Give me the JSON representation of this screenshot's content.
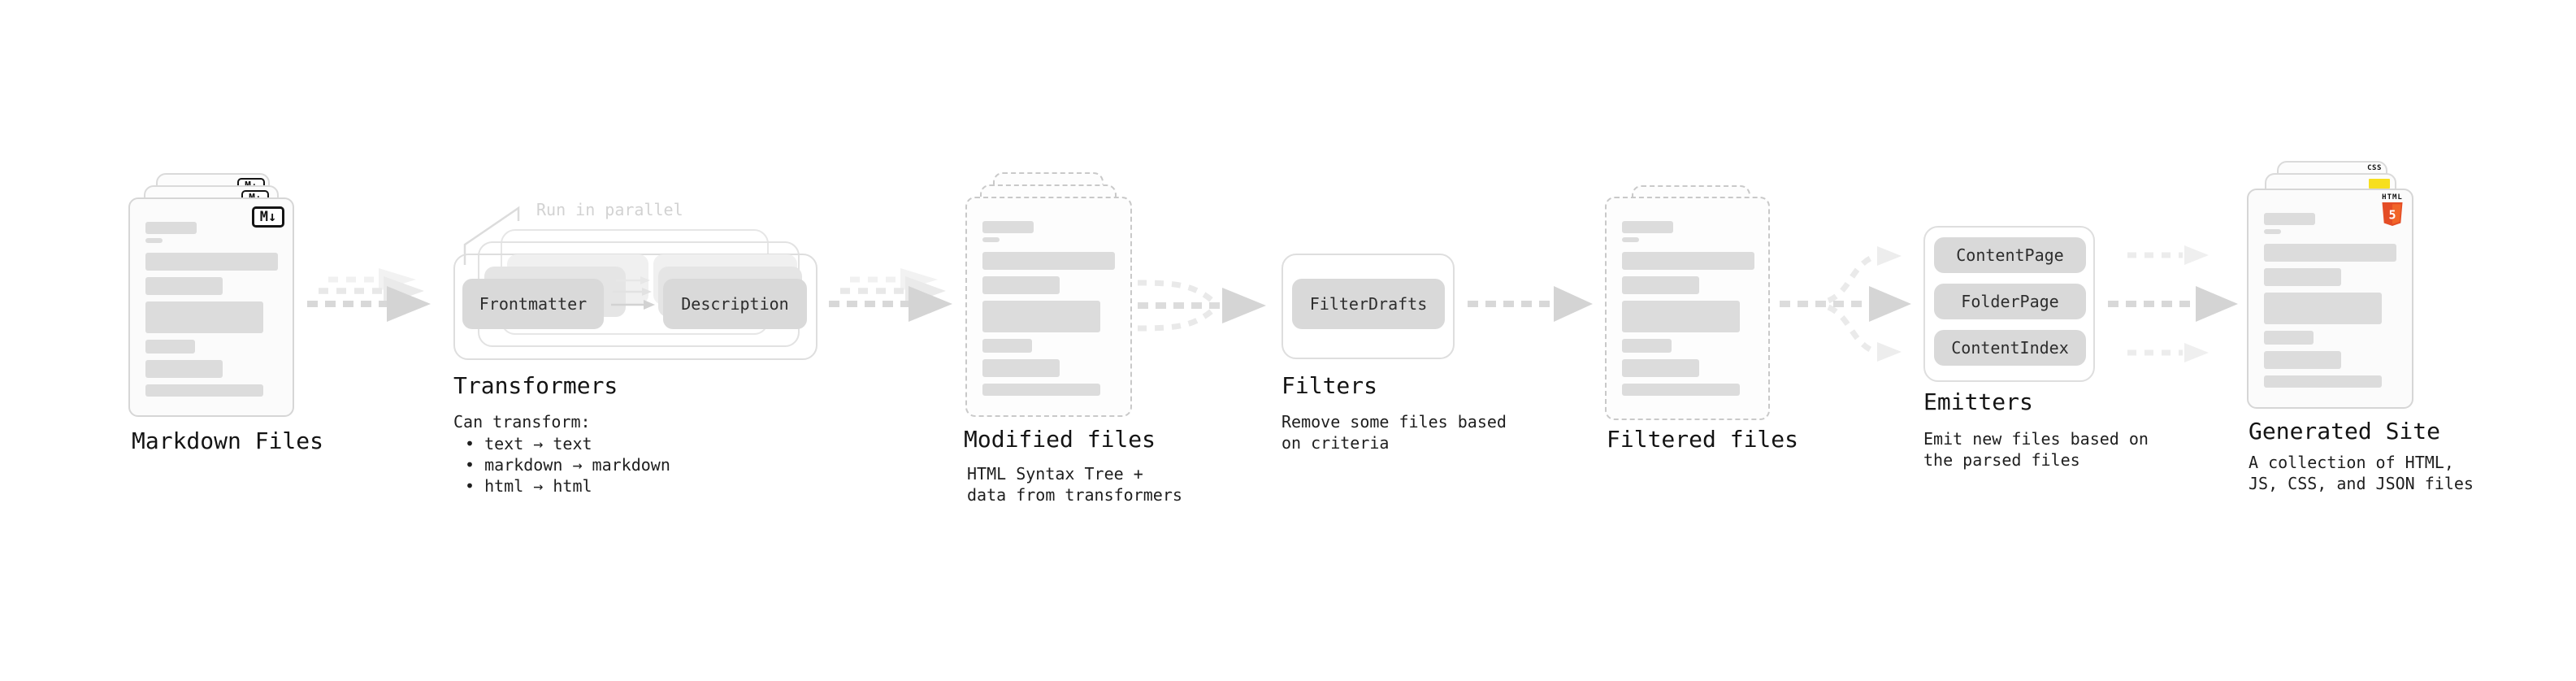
{
  "stages": {
    "markdown": {
      "label": "Markdown Files",
      "badge": "M↓"
    },
    "transformers": {
      "label": "Transformers",
      "callout": "Run in parallel",
      "buttons": [
        "Frontmatter",
        "Description"
      ],
      "desc_title": "Can transform:",
      "bullets": [
        "• text → text",
        "• markdown → markdown",
        "• html → html"
      ]
    },
    "modified": {
      "label": "Modified files",
      "desc1": "HTML Syntax Tree +",
      "desc2": "data from transformers"
    },
    "filters": {
      "label": "Filters",
      "buttons": [
        "FilterDrafts"
      ],
      "desc1": "Remove some files based",
      "desc2": "on criteria"
    },
    "filtered": {
      "label": "Filtered files"
    },
    "emitters": {
      "label": "Emitters",
      "buttons": [
        "ContentPage",
        "FolderPage",
        "ContentIndex"
      ],
      "desc1": "Emit new files based on",
      "desc2": "the parsed files"
    },
    "generated": {
      "label": "Generated Site",
      "desc1": "A collection of HTML,",
      "desc2": "JS, CSS, and JSON files",
      "badges": {
        "css": "CSS",
        "html_word": "HTML",
        "html_number": "5"
      }
    }
  },
  "colors": {
    "html5_orange": "#e44d26",
    "html5_orange_light": "#f16529",
    "js_yellow": "#f7df1e",
    "css_blue": "#2965f1",
    "arrow_gray": "#d8d8d8",
    "arrow_faint": "#ececec",
    "bar_gray": "#dcdcdc",
    "callout_gray": "#d2d2d2",
    "text_dark": "#141414"
  }
}
